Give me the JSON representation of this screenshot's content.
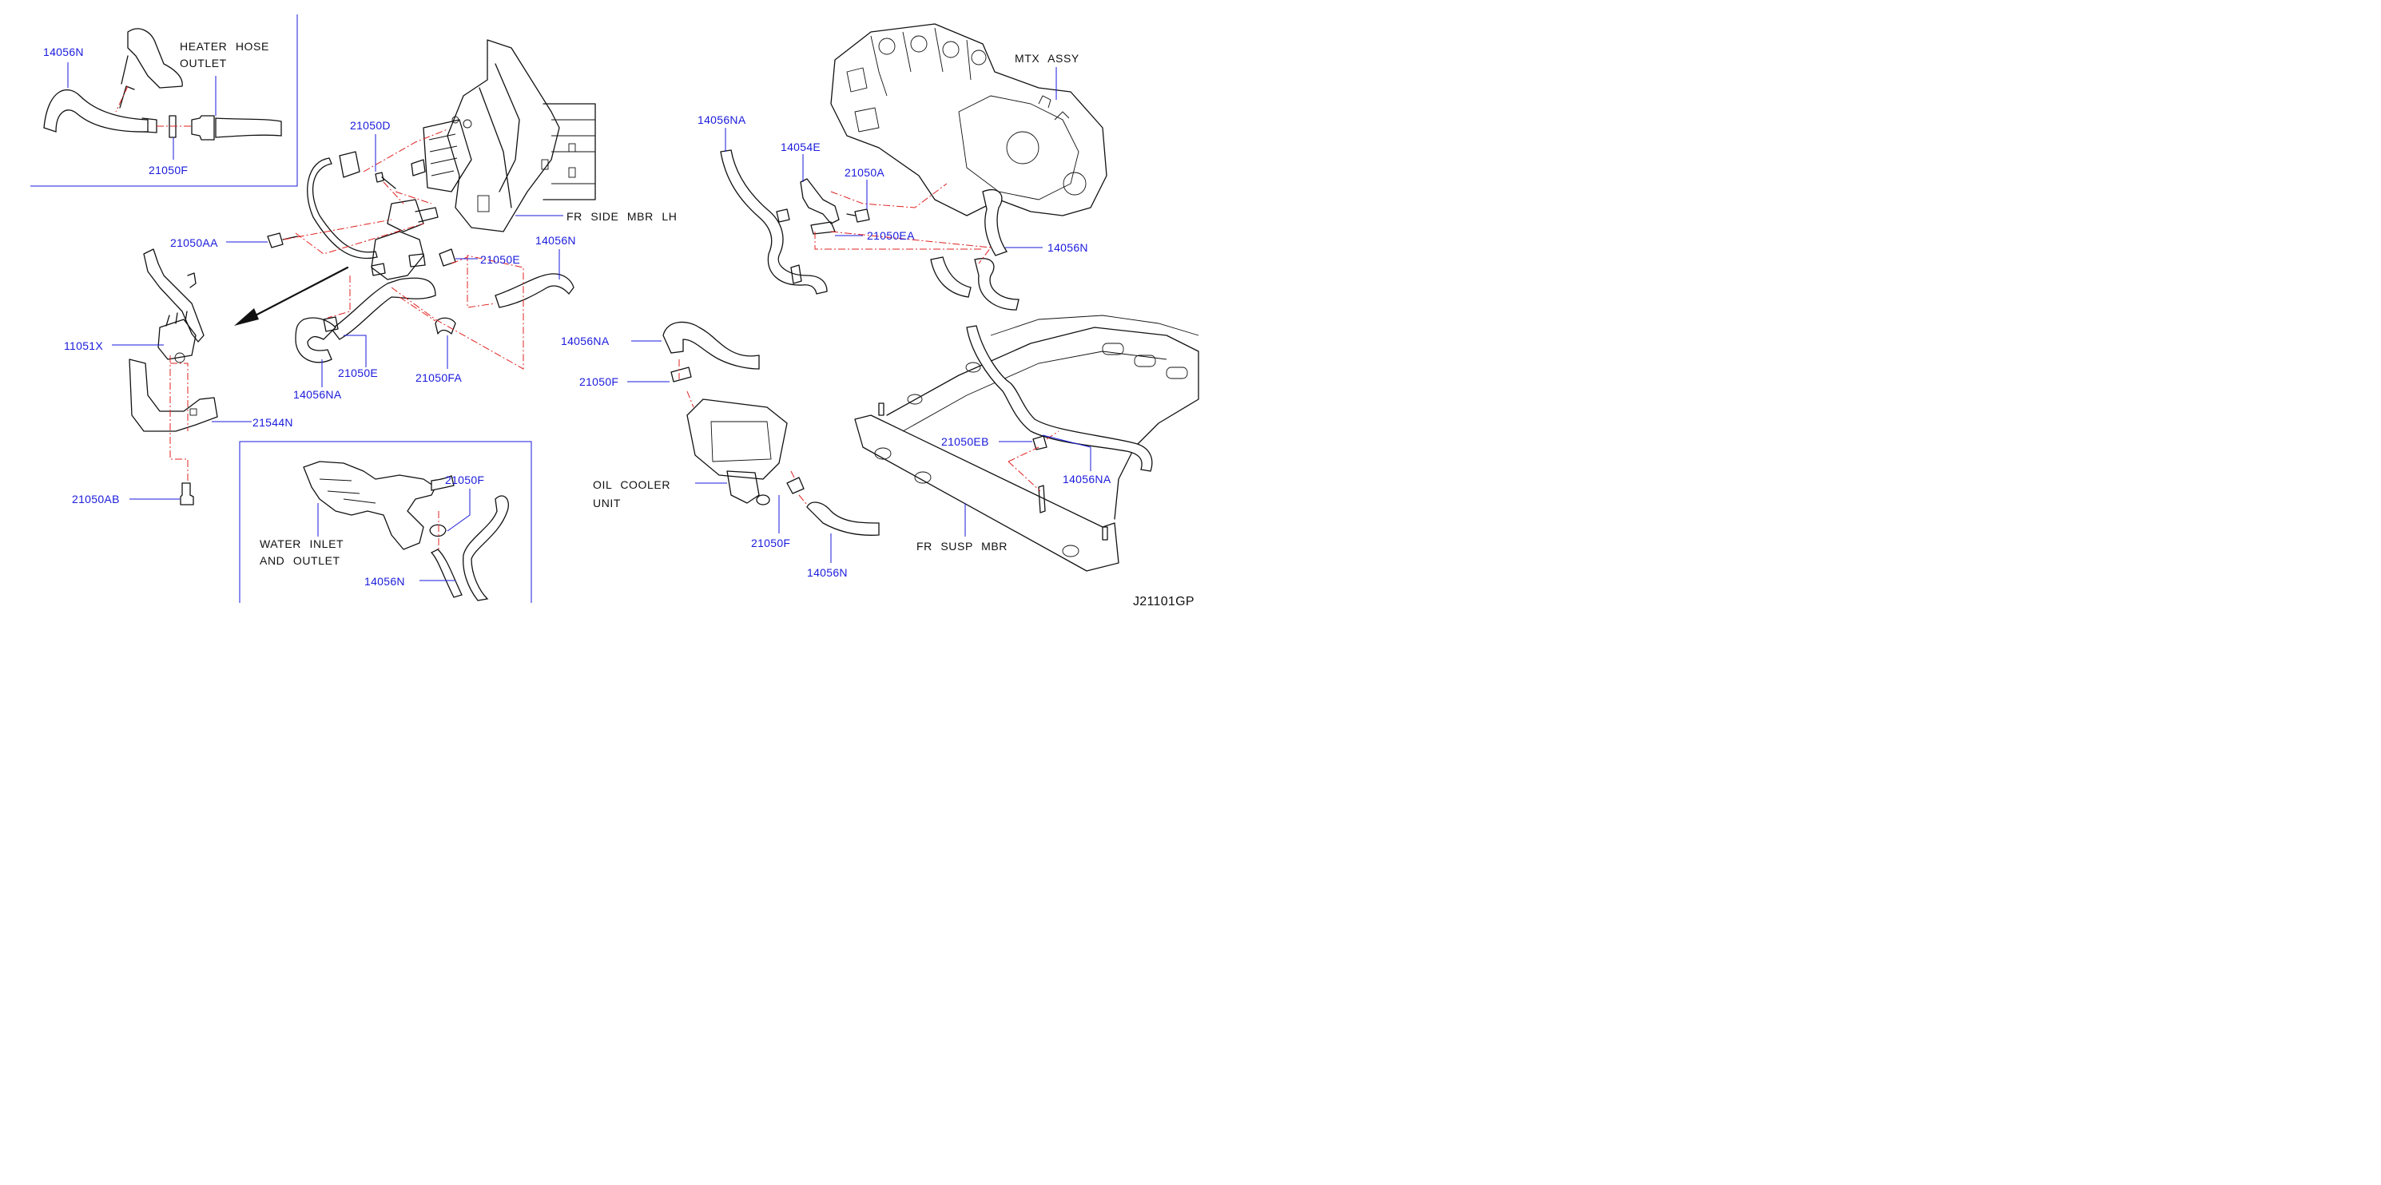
{
  "diagram_code": "J21101GP",
  "colors": {
    "part_number": "#1a1adc",
    "dash_line": "#e02020",
    "line": "#111111"
  },
  "labels": {
    "p14056N_inset_top": "14056N",
    "heater_hose_outlet_1": "HEATER HOSE",
    "heater_hose_outlet_2": "OUTLET",
    "p21050F_inset_top": "21050F",
    "p21050D": "21050D",
    "fr_side_mbr_lh": "FR SIDE MBR LH",
    "p21050AA": "21050AA",
    "p14056N_center": "14056N",
    "p21050E_right": "21050E",
    "p11051X": "11051X",
    "p21050E_lower": "21050E",
    "p14056NA_center": "14056NA",
    "p21050FA": "21050FA",
    "p21544N": "21544N",
    "p21050AB": "21050AB",
    "p21050F_inset_bottom": "21050F",
    "water_inlet_1": "WATER INLET",
    "water_inlet_2": "AND OUTLET",
    "p14056N_inset_bottom": "14056N",
    "mtx_assy": "MTX ASSY",
    "p14056NA_right": "14056NA",
    "p14054E": "14054E",
    "p21050A": "21050A",
    "p21050EA": "21050EA",
    "p14056N_right": "14056N",
    "p14056NA_oil": "14056NA",
    "p21050F_oil_top": "21050F",
    "oil_cooler_1": "OIL COOLER",
    "oil_cooler_2": "UNIT",
    "p21050F_oil_bottom": "21050F",
    "p14056N_oil_bottom": "14056N",
    "p21050EB": "21050EB",
    "p14056NA_susp": "14056NA",
    "fr_susp_mbr": "FR SUSP MBR"
  }
}
